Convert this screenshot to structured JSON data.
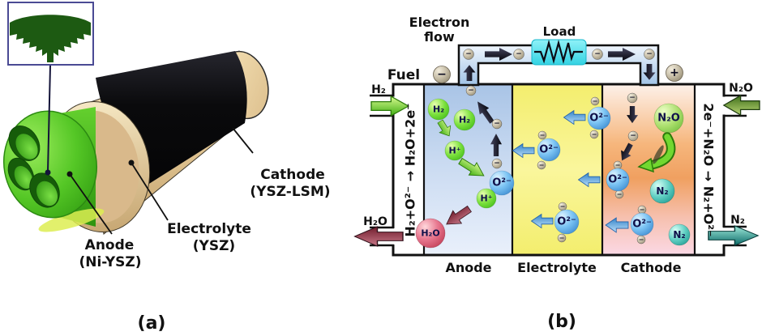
{
  "colors": {
    "anode_region_blue": "#b7cfee",
    "electrolyte_region_yellow": "#f6f17c",
    "cathode_region_orange": "#f0a060",
    "circuit_pipe_blue": "#cfe2f4",
    "load_box_cyan": "#54dcea",
    "anode_tube_green": "#46bd1c",
    "electrolyte_tube_tan": "#e5cb9b",
    "cathode_tube_black": "#0b0b0b",
    "oxygen_ion_blue": "#2e7ec8",
    "hydrogen_green": "#7ae03c",
    "nitrogen_teal": "#159086",
    "water_red": "#c04058"
  },
  "panel_a": {
    "caption": "(a)",
    "labels": {
      "cathode": [
        "Cathode",
        "(YSZ-LSM)"
      ],
      "electrolyte": [
        "Electrolyte",
        "(YSZ)"
      ],
      "anode": [
        "Anode",
        "(Ni-YSZ)"
      ]
    }
  },
  "panel_b": {
    "caption": "(b)",
    "electron_flow": [
      "Electron",
      "flow"
    ],
    "load": "Load",
    "fuel": "Fuel",
    "terminals": {
      "negative": "−",
      "positive": "+"
    },
    "streams": {
      "h2_in": "H₂",
      "h2o_out": "H₂O",
      "n2o_in": "N₂O",
      "n2_out": "N₂"
    },
    "reactions": {
      "anode": "H₂+O²⁻ → H₂O+2e⁻",
      "cathode": "2e⁻+N₂O → N₂+O²⁻"
    },
    "regions": {
      "anode": "Anode",
      "electrolyte": "Electrolyte",
      "cathode": "Cathode"
    },
    "species": {
      "h2": "H₂",
      "h_plus": "H⁺",
      "o2_minus": "O²⁻",
      "h2o": "H₂O",
      "n2o": "N₂O",
      "n2": "N₂",
      "electron": "−"
    }
  }
}
